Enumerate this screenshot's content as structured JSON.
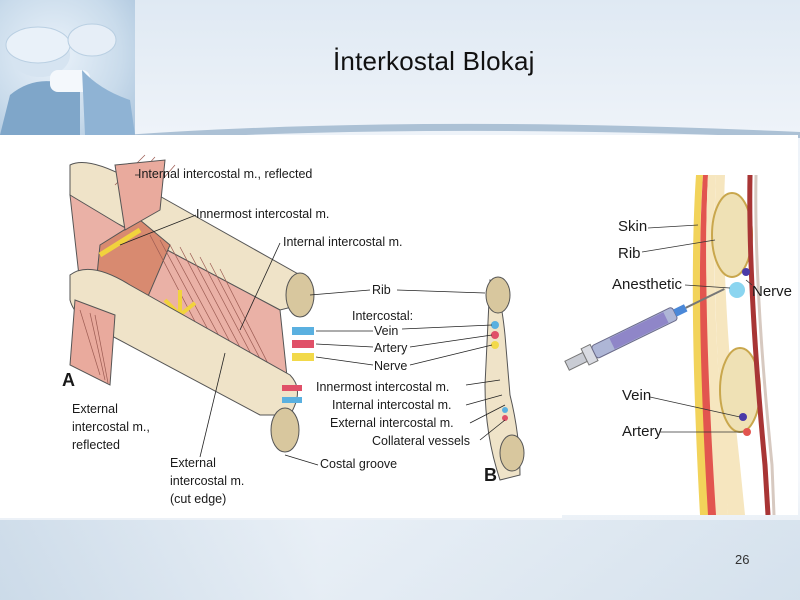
{
  "slide": {
    "title": "İnterkostal Blokaj",
    "page_number": "26"
  },
  "figure_left": {
    "labels": {
      "internal_reflected": "Internal intercostal m., reflected",
      "innermost": "Innermost intercostal m.",
      "internal": "Internal intercostal m.",
      "rib": "Rib",
      "intercostal_heading": "Intercostal:",
      "vein": "Vein",
      "artery": "Artery",
      "nerve": "Nerve",
      "innermost_b": "Innermost intercostal m.",
      "internal_b": "Internal intercostal m.",
      "external_b": "External intercostal m.",
      "collateral": "Collateral vessels",
      "costal_groove": "Costal groove",
      "external_cut_1": "External",
      "external_cut_2": "intercostal m.",
      "external_cut_3": "(cut edge)",
      "external_reflected_1": "External",
      "external_reflected_2": "intercostal m.,",
      "external_reflected_3": "reflected",
      "panel_a": "A",
      "panel_b": "B"
    }
  },
  "figure_right": {
    "labels": {
      "skin": "Skin",
      "rib": "Rib",
      "anesthetic": "Anesthetic",
      "nerve": "Nerve",
      "vein": "Vein",
      "artery": "Artery"
    }
  }
}
